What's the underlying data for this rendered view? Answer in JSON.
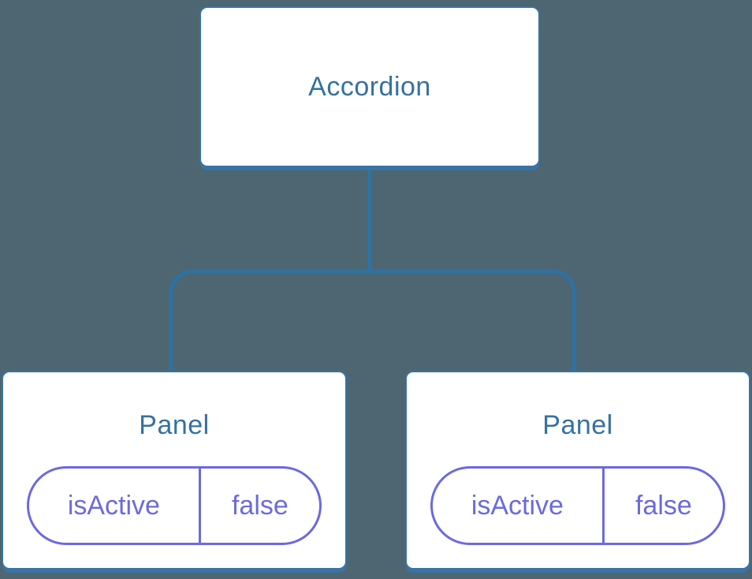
{
  "colors": {
    "background": "#4d6671",
    "node_background": "#ffffff",
    "node_border": "#3a73a4",
    "connector": "#2d72a4",
    "node_text": "#35719f",
    "state_accent": "#6b6ade"
  },
  "diagram": {
    "type": "component-tree",
    "root": {
      "label": "Accordion"
    },
    "children": [
      {
        "label": "Panel",
        "state": {
          "key": "isActive",
          "value": "false"
        }
      },
      {
        "label": "Panel",
        "state": {
          "key": "isActive",
          "value": "false"
        }
      }
    ]
  }
}
